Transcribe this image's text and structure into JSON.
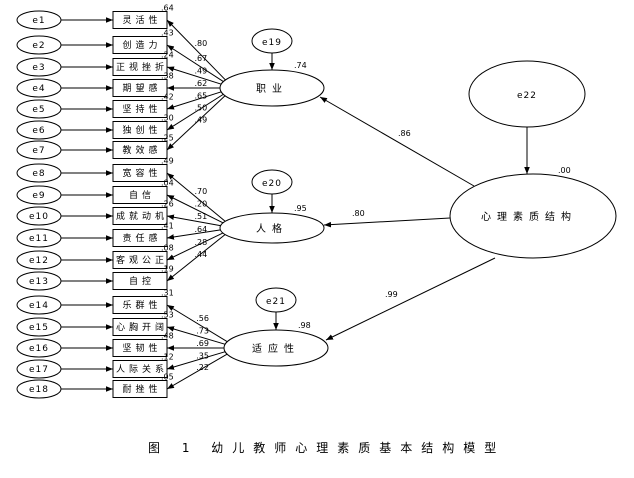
{
  "caption": "图 1 幼儿教师心理素质基本结构模型",
  "root": {
    "label": "心理素质结构",
    "r2": ".00",
    "error": "e22"
  },
  "factors": [
    {
      "id": "f1",
      "label": "职业",
      "error": "e19",
      "r2": ".74",
      "path_from_root": ".86"
    },
    {
      "id": "f2",
      "label": "人格",
      "error": "e20",
      "r2": ".95",
      "path_from_root": ".80"
    },
    {
      "id": "f3",
      "label": "适应性",
      "error": "e21",
      "r2": ".98",
      "path_from_root": ".99"
    }
  ],
  "indicators": [
    {
      "error": "e1",
      "label": "灵活性",
      "factor": 0,
      "r2": ".64",
      "loading": ".80"
    },
    {
      "error": "e2",
      "label": "创造力",
      "factor": 0,
      "r2": ".43",
      "loading": ".67"
    },
    {
      "error": "e3",
      "label": "正视挫折",
      "factor": 0,
      "r2": ".24",
      "loading": ".49"
    },
    {
      "error": "e4",
      "label": "期望感",
      "factor": 0,
      "r2": ".38",
      "loading": ".62"
    },
    {
      "error": "e5",
      "label": "坚持性",
      "factor": 0,
      "r2": ".42",
      "loading": ".65"
    },
    {
      "error": "e6",
      "label": "独创性",
      "factor": 0,
      "r2": ".30",
      "loading": ".50"
    },
    {
      "error": "e7",
      "label": "教效感",
      "factor": 0,
      "r2": ".25",
      "loading": ".49"
    },
    {
      "error": "e8",
      "label": "宽容性",
      "factor": 1,
      "r2": ".49",
      "loading": ".70"
    },
    {
      "error": "e9",
      "label": "自信",
      "factor": 1,
      "r2": ".04",
      "loading": ".20"
    },
    {
      "error": "e10",
      "label": "成就动机",
      "factor": 1,
      "r2": ".26",
      "loading": ".51"
    },
    {
      "error": "e11",
      "label": "责任感",
      "factor": 1,
      "r2": ".41",
      "loading": ".64"
    },
    {
      "error": "e12",
      "label": "客观公正",
      "factor": 1,
      "r2": ".08",
      "loading": ".28"
    },
    {
      "error": "e13",
      "label": "自控",
      "factor": 1,
      "r2": ".19",
      "loading": ".44"
    },
    {
      "error": "e14",
      "label": "乐群性",
      "factor": 2,
      "r2": ".31",
      "loading": ".56"
    },
    {
      "error": "e15",
      "label": "心胸开阔",
      "factor": 2,
      "r2": ".53",
      "loading": ".73"
    },
    {
      "error": "e16",
      "label": "坚韧性",
      "factor": 2,
      "r2": ".48",
      "loading": ".69"
    },
    {
      "error": "e17",
      "label": "人际关系",
      "factor": 2,
      "r2": ".12",
      "loading": ".35"
    },
    {
      "error": "e18",
      "label": "耐挫性",
      "factor": 2,
      "r2": ".05",
      "loading": ".22"
    }
  ]
}
